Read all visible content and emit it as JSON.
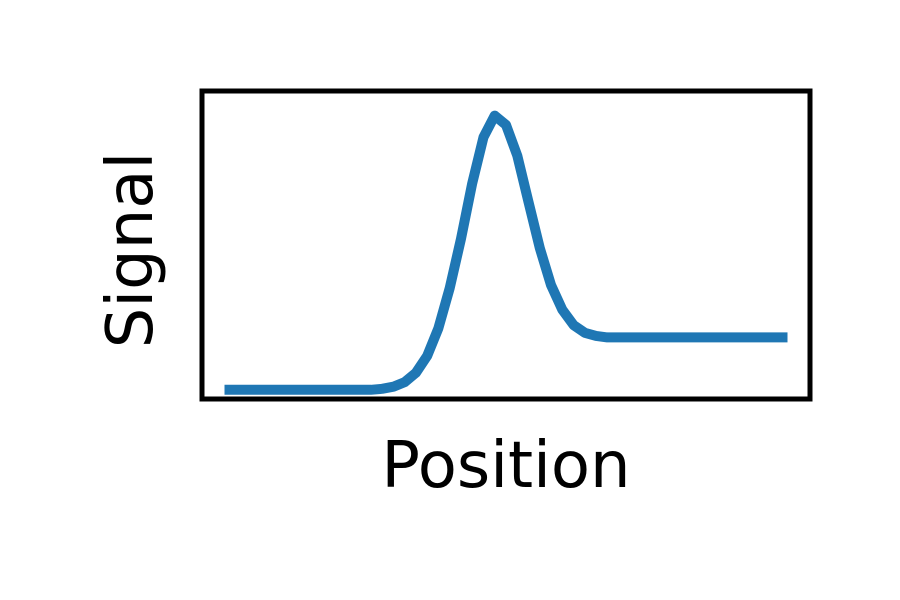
{
  "chart_data": {
    "type": "line",
    "title": "",
    "xlabel": "Position",
    "ylabel": "Signal",
    "xlim": [
      -0.04,
      1.04
    ],
    "ylim": [
      0,
      1.0
    ],
    "grid": false,
    "legend": "none",
    "ticks": {
      "x": [],
      "y": []
    },
    "series": [
      {
        "color": "#1f77b4",
        "x": [
          0,
          0.02,
          0.04,
          0.06,
          0.08,
          0.1,
          0.12,
          0.14,
          0.16,
          0.18,
          0.2,
          0.22,
          0.24,
          0.26,
          0.28,
          0.3,
          0.32,
          0.34,
          0.36,
          0.38,
          0.4,
          0.42,
          0.44,
          0.46,
          0.48,
          0.5,
          0.52,
          0.54,
          0.56,
          0.58,
          0.6,
          0.62,
          0.64,
          0.66,
          0.68,
          0.7,
          0.72,
          0.74,
          0.76,
          0.78,
          0.8,
          0.82,
          0.84,
          0.86,
          0.88,
          0.9,
          0.92,
          0.94,
          0.96,
          0.98,
          1.0
        ],
        "y": [
          0.03,
          0.03,
          0.03,
          0.03,
          0.03,
          0.03,
          0.03,
          0.03,
          0.03,
          0.03,
          0.03,
          0.03,
          0.03,
          0.03,
          0.033,
          0.04,
          0.055,
          0.085,
          0.14,
          0.23,
          0.36,
          0.52,
          0.7,
          0.85,
          0.92,
          0.89,
          0.79,
          0.64,
          0.49,
          0.37,
          0.29,
          0.24,
          0.215,
          0.205,
          0.2,
          0.2,
          0.2,
          0.2,
          0.2,
          0.2,
          0.2,
          0.2,
          0.2,
          0.2,
          0.2,
          0.2,
          0.2,
          0.2,
          0.2,
          0.2,
          0.2
        ]
      }
    ]
  }
}
